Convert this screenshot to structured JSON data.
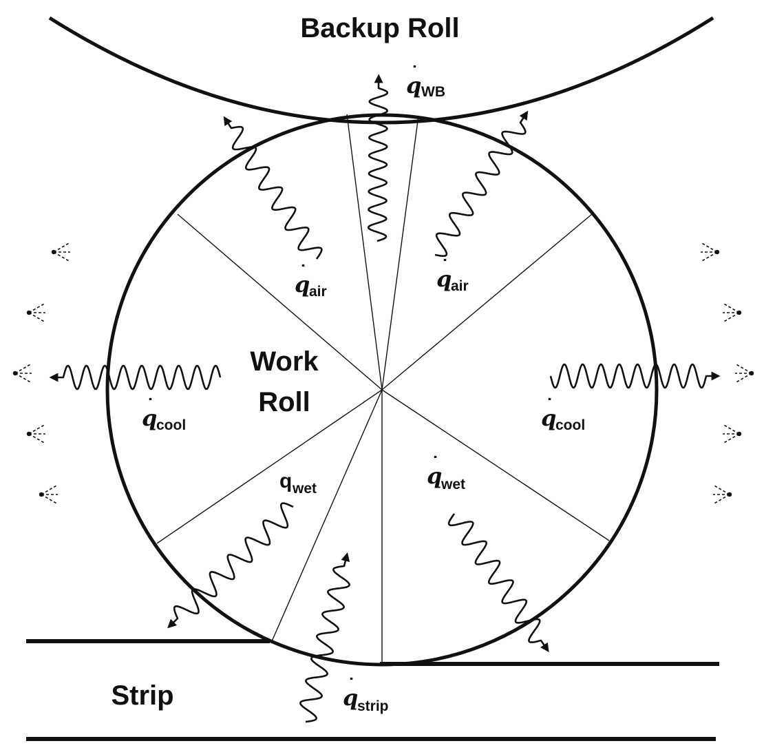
{
  "labels": {
    "backup_roll": "Backup Roll",
    "work_roll_line1": "Work",
    "work_roll_line2": "Roll",
    "strip": "Strip"
  },
  "heat_flux": {
    "symbol": "q",
    "dot": "˙",
    "wb": "WB",
    "air": "air",
    "cool": "cool",
    "wet": "wet",
    "strip": "strip"
  },
  "colors": {
    "ink": "#111111",
    "background": "#ffffff"
  }
}
